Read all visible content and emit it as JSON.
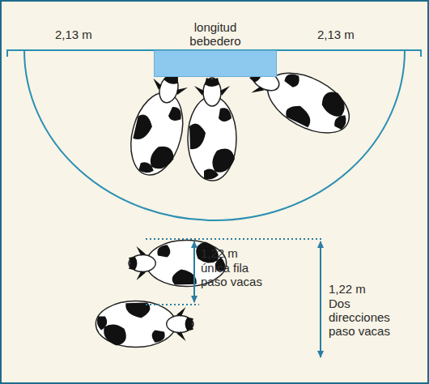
{
  "diagram": {
    "nodes": [
      {
        "text": [
          "longitud bebedero"
        ]
      }
    ],
    "labels": [
      "2,13 m",
      "2,13 m",
      "1,22 m",
      "única fila paso vacas",
      "1,22 m",
      "Dos direcciones paso vacas"
    ]
  }
}
